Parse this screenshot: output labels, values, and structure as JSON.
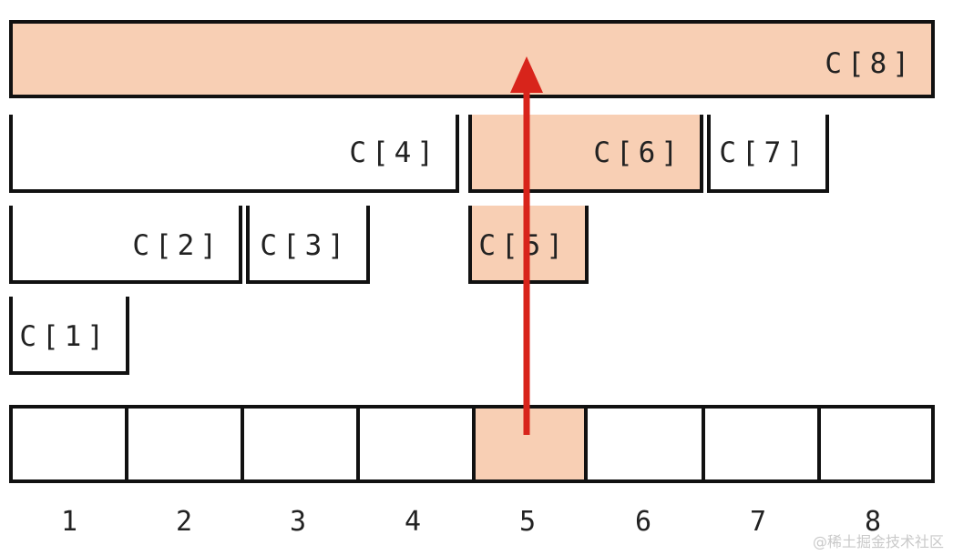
{
  "nodes": [
    "C[1]",
    "C[2]",
    "C[3]",
    "C[4]",
    "C[5]",
    "C[6]",
    "C[7]",
    "C[8]"
  ],
  "indices": [
    "1",
    "2",
    "3",
    "4",
    "5",
    "6",
    "7",
    "8"
  ],
  "highlight_color": "#f8cfb4",
  "arrow_color": "#d8241b",
  "watermark": "@稀土掘金技术社区"
}
